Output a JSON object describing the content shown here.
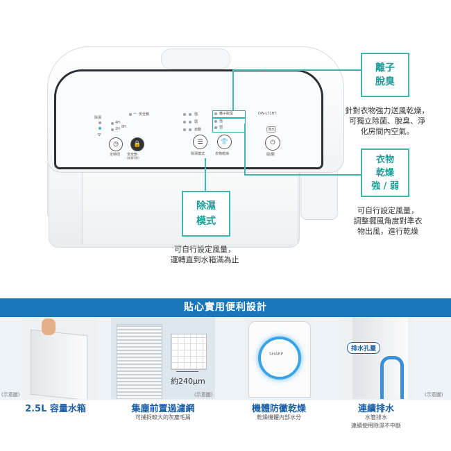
{
  "panel": {
    "humidity_label": "除濕",
    "timer_4h": "4H",
    "timer_8h": "8H",
    "timer_2h": "2H",
    "safety_lock_indicator": "安全鎖",
    "strong": "強",
    "medium": "弱",
    "auto": "自動",
    "ion_deodorize": "離子脫臭",
    "dry_strong": "強",
    "dry_weak": "弱",
    "model": "DW-L71HT",
    "full_water": "滿水",
    "timer_button_label": "定時間",
    "lock_button_label": "安全鎖",
    "lock_button_sub": "(長按3秒)",
    "dehumid_mode_label": "除濕模式",
    "clothes_dry_label": "衣物乾燥",
    "power_label": "開/關"
  },
  "callouts": {
    "ion": {
      "line1": "離子",
      "line2": "脫臭",
      "desc": [
        "針對衣物強力送風乾燥，",
        "可獨立除菌、脫臭、淨",
        "化房間內空氣。"
      ]
    },
    "clothes": {
      "line1": "衣物",
      "line2": "乾燥",
      "line3": "強 / 弱",
      "desc": [
        "可自行設定風量，",
        "調整擺風角度對準衣",
        "物出風，進行乾燥"
      ]
    },
    "dehumid": {
      "line1": "除濕",
      "line2": "模式",
      "desc": [
        "可自行設定風量，",
        "運轉直到水箱滿為止"
      ]
    }
  },
  "banner": {
    "title": "貼心實用便利設計"
  },
  "features": [
    {
      "title": "2.5L 容量水箱",
      "desc": [],
      "note": "(示意圖)"
    },
    {
      "title": "集塵前置過濾網",
      "desc": [
        "可捕捉較大的灰塵毛屑"
      ],
      "note": "(示意圖)",
      "mesh_label": "約240μm"
    },
    {
      "title": "機體防黴乾燥",
      "desc": [
        "乾燥機體內部水分"
      ],
      "note": "",
      "brand": "SHARP"
    },
    {
      "title": "連續排水",
      "desc": [
        "水管排水",
        "連續使用除濕不中斷"
      ],
      "note": "(示意圖)",
      "tag": "排水孔蓋"
    }
  ],
  "colors": {
    "teal": "#3fb6b0",
    "banner_blue": "#1976b8",
    "title_blue": "#1c5fa6"
  }
}
